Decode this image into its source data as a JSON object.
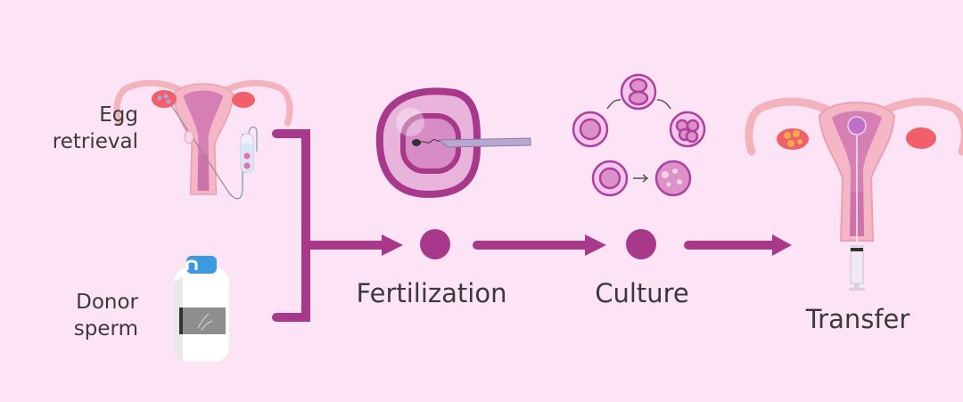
{
  "inputs": {
    "egg_retrieval": [
      "Egg",
      "retrieval"
    ],
    "donor_sperm": [
      "Donor",
      "sperm"
    ]
  },
  "steps": [
    {
      "label": "Fertilization"
    },
    {
      "label": "Culture"
    },
    {
      "label": "Transfer"
    }
  ],
  "colors": {
    "background": "#fce4f6",
    "accent": "#a8398a"
  }
}
